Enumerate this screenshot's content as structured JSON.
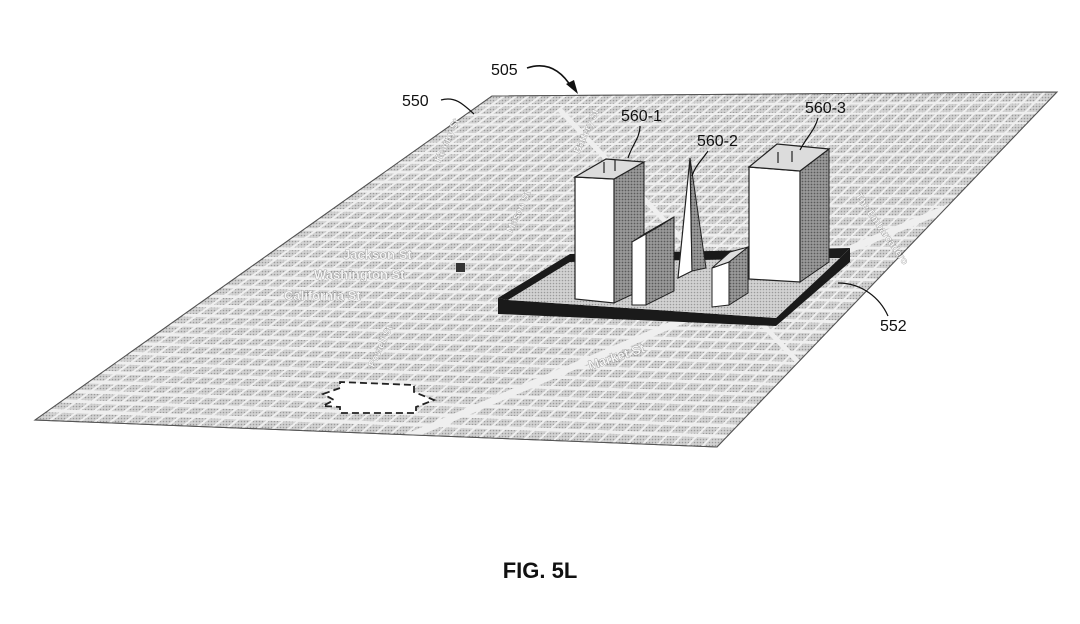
{
  "figure": {
    "caption": "FIG. 5L",
    "reference_numerals": {
      "device_view": "505",
      "map": "550",
      "platform": "552",
      "building_1": "560-1",
      "building_2": "560-2",
      "building_3": "560-3"
    },
    "street_labels": {
      "jackson": "Jackson St",
      "washington": "Washington St",
      "california": "California St",
      "market": "Market St",
      "powell": "Powell St",
      "embarcadero": "The Embarcadero",
      "kearny": "Kearny St",
      "mason": "Mason St",
      "battery": "Battery St"
    },
    "colors": {
      "map_fill": "#c9c9c9",
      "map_grid": "#efefef",
      "platform": "#1a1a1a",
      "building_front": "#ffffff",
      "building_side": "#8a8a8a"
    }
  }
}
